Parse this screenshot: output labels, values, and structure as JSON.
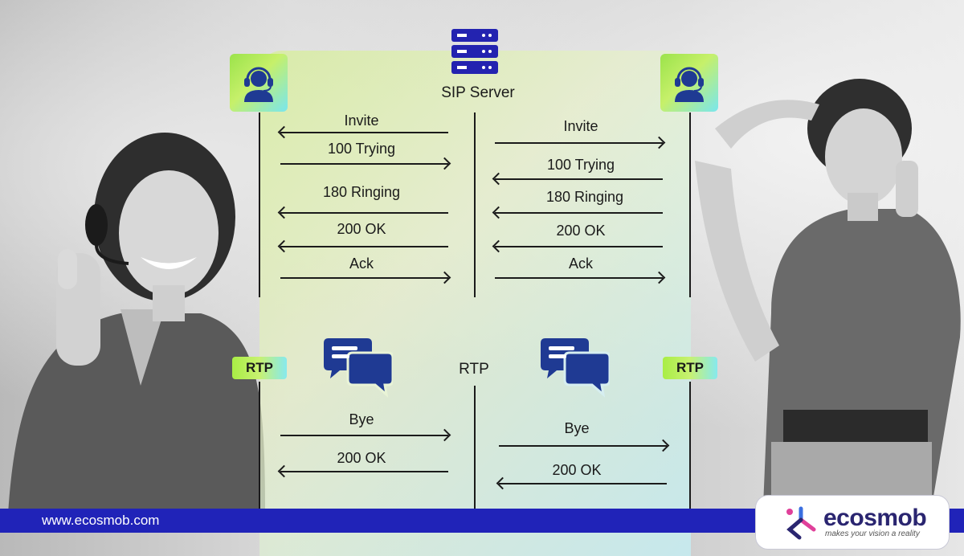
{
  "server": {
    "label": "SIP Server"
  },
  "left_messages": [
    "Invite",
    "100 Trying",
    "180 Ringing",
    "200 OK",
    "Ack"
  ],
  "right_messages": [
    "Invite",
    "100 Trying",
    "180 Ringing",
    "200 OK",
    "Ack"
  ],
  "rtp": {
    "left": "RTP",
    "center": "RTP",
    "right": "RTP"
  },
  "teardown_left": [
    "Bye",
    "200 OK"
  ],
  "teardown_right": [
    "Bye",
    "200 OK"
  ],
  "footer": {
    "url": "www.ecosmob.com"
  },
  "logo": {
    "name": "ecosmob",
    "tagline": "makes your vision a reality"
  },
  "colors": {
    "navy": "#1f3a93",
    "footer_blue": "#2023b8",
    "lime": "#a9ee45",
    "cyan": "#79e6ee"
  }
}
